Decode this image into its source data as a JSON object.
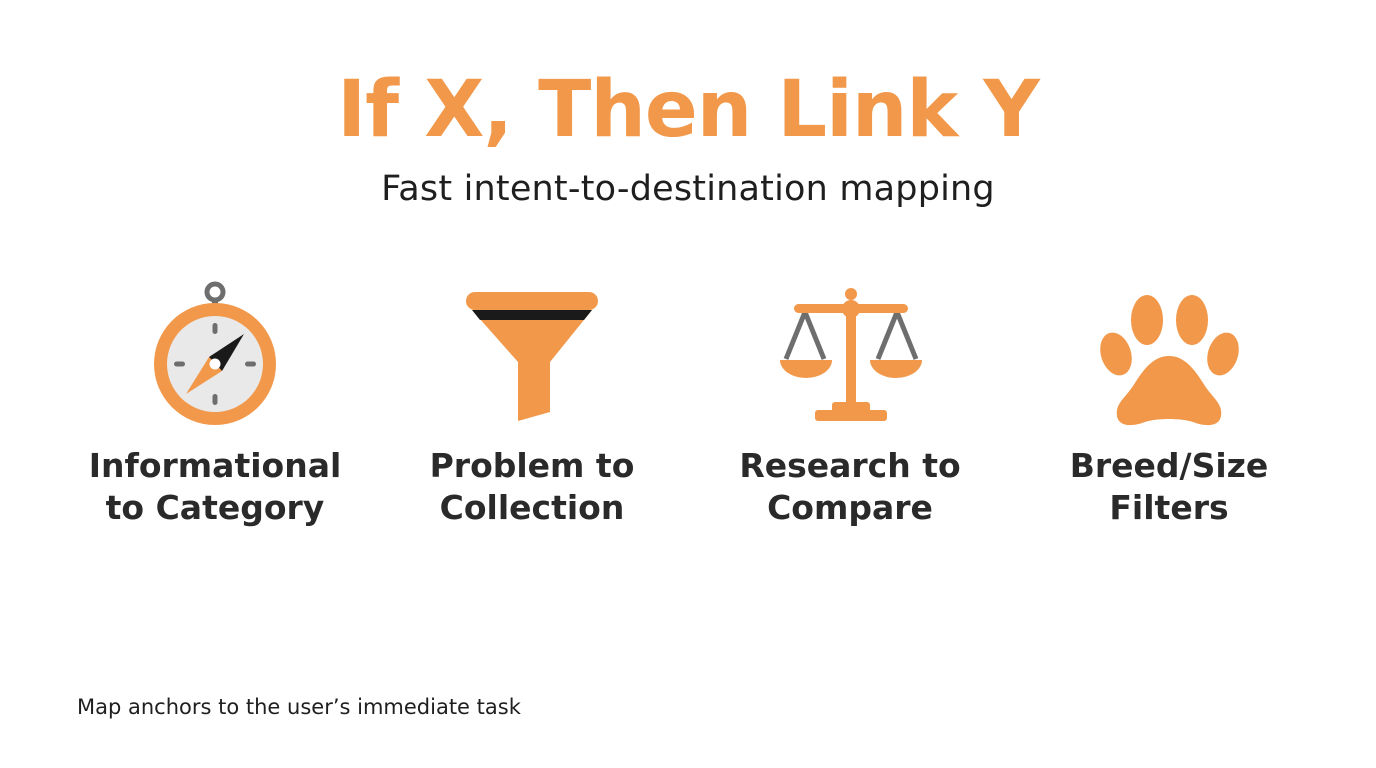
{
  "slide": {
    "title": "If X, Then Link Y",
    "subtitle": "Fast intent-to-destination mapping",
    "items": [
      {
        "icon": "compass-icon",
        "label": "Informational\nto Category"
      },
      {
        "icon": "funnel-icon",
        "label": "Problem to\nCollection"
      },
      {
        "icon": "balance-scale-icon",
        "label": "Research to\nCompare"
      },
      {
        "icon": "paw-print-icon",
        "label": "Breed/Size\nFilters"
      }
    ],
    "footer": "Map anchors to the user’s immediate task"
  },
  "colors": {
    "accent": "#f2984a",
    "text": "#2a2a2a",
    "dark_gray": "#6e6e6e",
    "black": "#1a1a1a",
    "face_gray": "#e9e9e9",
    "background": "#ffffff"
  }
}
